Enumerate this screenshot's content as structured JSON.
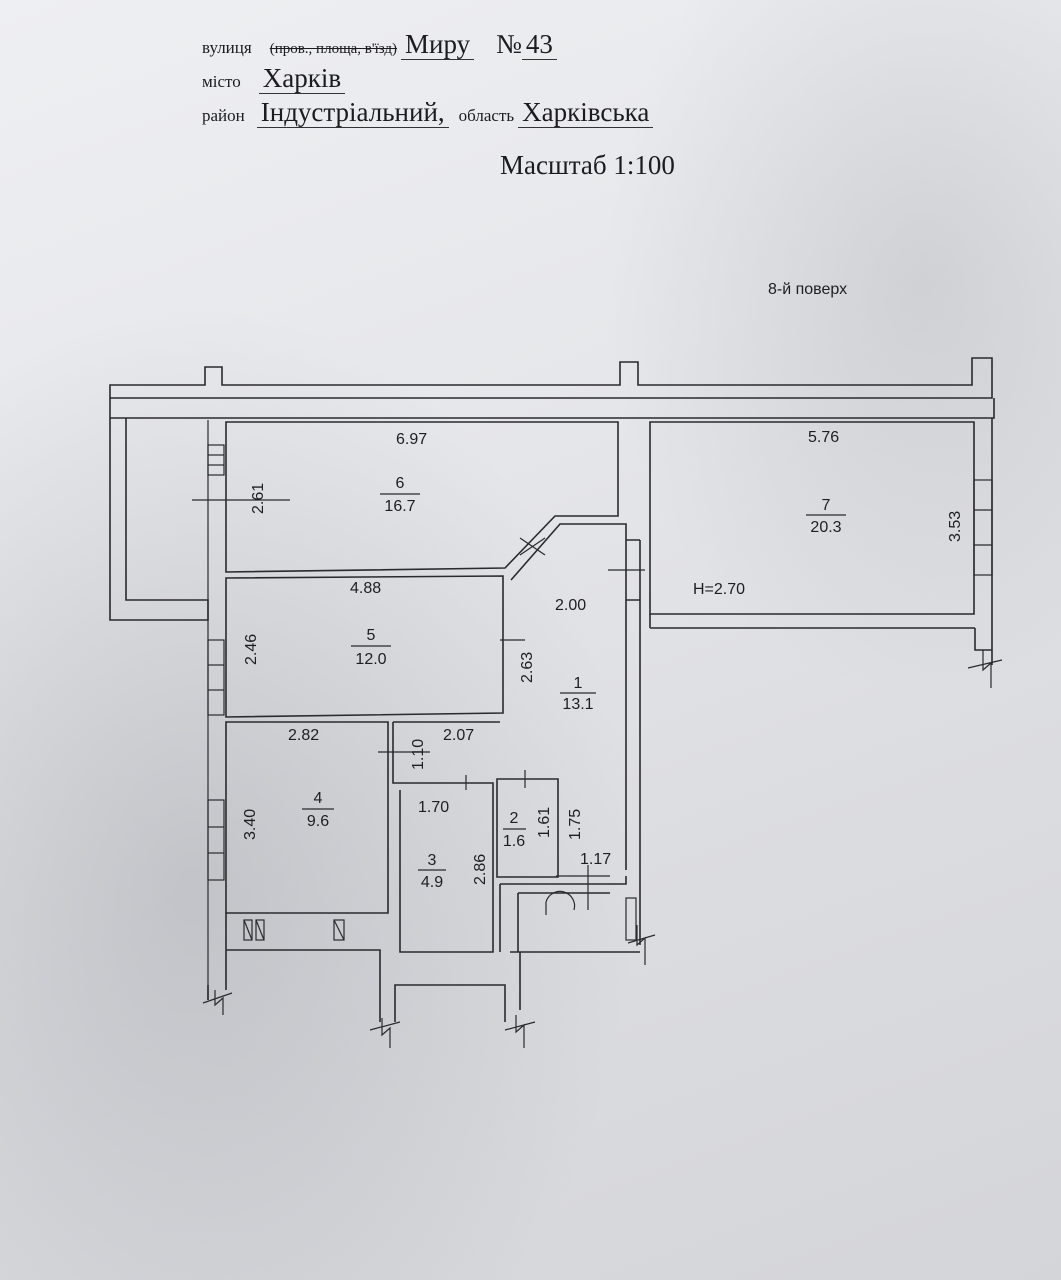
{
  "header": {
    "street_label": "вулиця",
    "street_alt_label": "(пров., площа, в'їзд)",
    "street_value": "Миру",
    "house_label": "№",
    "house_value": "43",
    "city_label": "місто",
    "city_value": "Харків",
    "district_label": "район",
    "district_value": "Індустріальний,",
    "region_label": "область",
    "region_value": "Харківська",
    "scale": "Масштаб 1:100"
  },
  "plan": {
    "floor_label": "8-й поверх",
    "height_label": "Н=2.70",
    "rooms": [
      {
        "number": "1",
        "area": "13.1"
      },
      {
        "number": "2",
        "area": "1.6"
      },
      {
        "number": "3",
        "area": "4.9"
      },
      {
        "number": "4",
        "area": "9.6"
      },
      {
        "number": "5",
        "area": "12.0"
      },
      {
        "number": "6",
        "area": "16.7"
      },
      {
        "number": "7",
        "area": "20.3"
      }
    ],
    "dimensions": {
      "room6_width": "6.97",
      "room6_depth": "2.61",
      "room7_width": "5.76",
      "room7_depth": "3.53",
      "room5_width": "4.88",
      "room5_depth": "2.46",
      "room5_side": "2.63",
      "hall_width": "2.00",
      "room4_width": "2.82",
      "room4_depth": "3.40",
      "corridor_width": "2.07",
      "corridor_depth": "1.10",
      "room3_width": "1.70",
      "room3_depth": "2.86",
      "room2_depth": "1.61",
      "room2_side": "1.75",
      "closet_width": "1.17"
    }
  }
}
